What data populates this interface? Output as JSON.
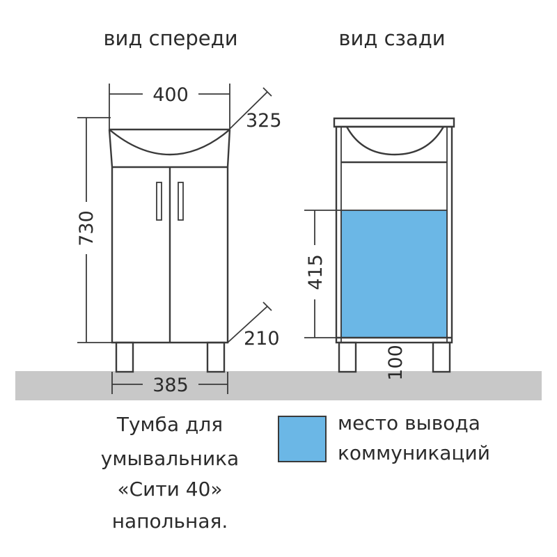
{
  "views": {
    "front_title": "вид спереди",
    "back_title": "вид сзади"
  },
  "dimensions": {
    "width_top": "400",
    "depth_top": "325",
    "height": "730",
    "depth_bottom": "210",
    "width_bottom": "385",
    "zone_height": "415",
    "leg_height": "100"
  },
  "caption": {
    "line1": "Тумба для",
    "line2": "умывальника",
    "line3": "«Сити 40»",
    "line4": "напольная."
  },
  "legend": {
    "line1": "место вывода",
    "line2": "коммуникаций"
  },
  "colors": {
    "communication_zone": "#6bb7e6",
    "floor": "#c8c8c8"
  }
}
